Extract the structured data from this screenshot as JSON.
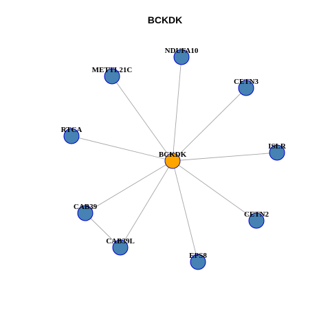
{
  "title": "BCKDK",
  "colors": {
    "edge": "#a6a6a6",
    "node_fill": "#4682b4",
    "node_stroke": "#0000cd",
    "center_fill": "#ffa500",
    "center_stroke": "#1a1a9a"
  },
  "nodes": [
    {
      "id": "BCKDK",
      "label": "BCKDK",
      "center": true
    },
    {
      "id": "NDUFA10",
      "label": "NDUFA10"
    },
    {
      "id": "METTL21C",
      "label": "METTL21C"
    },
    {
      "id": "CETN3",
      "label": "CETN3"
    },
    {
      "id": "RTCA",
      "label": "RTCA"
    },
    {
      "id": "ISLR",
      "label": "ISLR"
    },
    {
      "id": "CAB39",
      "label": "CAB39"
    },
    {
      "id": "CETN2",
      "label": "CETN2"
    },
    {
      "id": "CAB39L",
      "label": "CAB39L"
    },
    {
      "id": "EPS8",
      "label": "EPS8"
    }
  ],
  "edges": [
    [
      "BCKDK",
      "NDUFA10"
    ],
    [
      "BCKDK",
      "METTL21C"
    ],
    [
      "BCKDK",
      "CETN3"
    ],
    [
      "BCKDK",
      "RTCA"
    ],
    [
      "BCKDK",
      "ISLR"
    ],
    [
      "BCKDK",
      "CAB39"
    ],
    [
      "BCKDK",
      "CETN2"
    ],
    [
      "BCKDK",
      "CAB39L"
    ],
    [
      "BCKDK",
      "EPS8"
    ],
    [
      "CAB39",
      "CAB39L"
    ]
  ]
}
